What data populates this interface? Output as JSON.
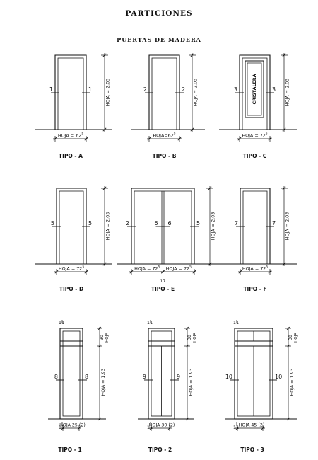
{
  "page": {
    "title": "PARTICIONES",
    "subtitle": "PUERTAS DE MADERA"
  },
  "doors": [
    {
      "type_label": "TIPO - A",
      "width_label": "HOJA = 62",
      "width_sup": "5",
      "height_label": "HOJA = 2.03",
      "marks": [
        "1",
        "1"
      ]
    },
    {
      "type_label": "TIPO - B",
      "width_label": "HOJA=62",
      "width_sup": "5",
      "height_label": "HOJA = 2.03",
      "marks": [
        "2",
        "2"
      ]
    },
    {
      "type_label": "TIPO - C",
      "width_label": "HOJA = 72",
      "width_sup": "5",
      "height_label": "HOJA = 2.03",
      "marks": [
        "3",
        "3"
      ],
      "glass_label": "CRISTALERA"
    },
    {
      "type_label": "TIPO - D",
      "width_label": "HOJA = 72",
      "width_sup": "5",
      "height_label": "HOJA = 2.03",
      "marks": [
        "5",
        "5"
      ]
    },
    {
      "type_label": "TIPO - E",
      "width_label": "HOJA = 72",
      "width_sup": "5",
      "width_label_2": "HOJA = 72",
      "width_sup_2": "5",
      "height_label": "HOJA = 2.03",
      "marks": [
        "2",
        "6",
        "6",
        "5"
      ],
      "bottom_mark": "17"
    },
    {
      "type_label": "TIPO - F",
      "width_label": "HOJA = 72",
      "width_sup": "5",
      "height_label": "HOJA = 2.03",
      "marks": [
        "7",
        "7"
      ]
    },
    {
      "type_label": "TIPO - 1",
      "width_label": "HOJA 25 (2)",
      "height_label": "HOJA = 1.93",
      "transom_label": "30",
      "transom_label_2": "HOJA",
      "marks": [
        "8",
        "8"
      ],
      "top_marks": [
        "11",
        "11"
      ]
    },
    {
      "type_label": "TIPO - 2",
      "width_label": "HOJA 30 (2)",
      "height_label": "HOJA = 1.93",
      "transom_label": "30",
      "transom_label_2": "HOJA",
      "marks": [
        "9",
        "9"
      ],
      "top_marks": [
        "11",
        "11"
      ]
    },
    {
      "type_label": "TIPO - 3",
      "width_label": "HOJA 45 (2)",
      "height_label": "HOJA = 1.93",
      "transom_label": "30",
      "transom_label_2": "HOJA",
      "marks": [
        "10",
        "10"
      ],
      "top_marks": [
        "11",
        "11"
      ]
    }
  ]
}
